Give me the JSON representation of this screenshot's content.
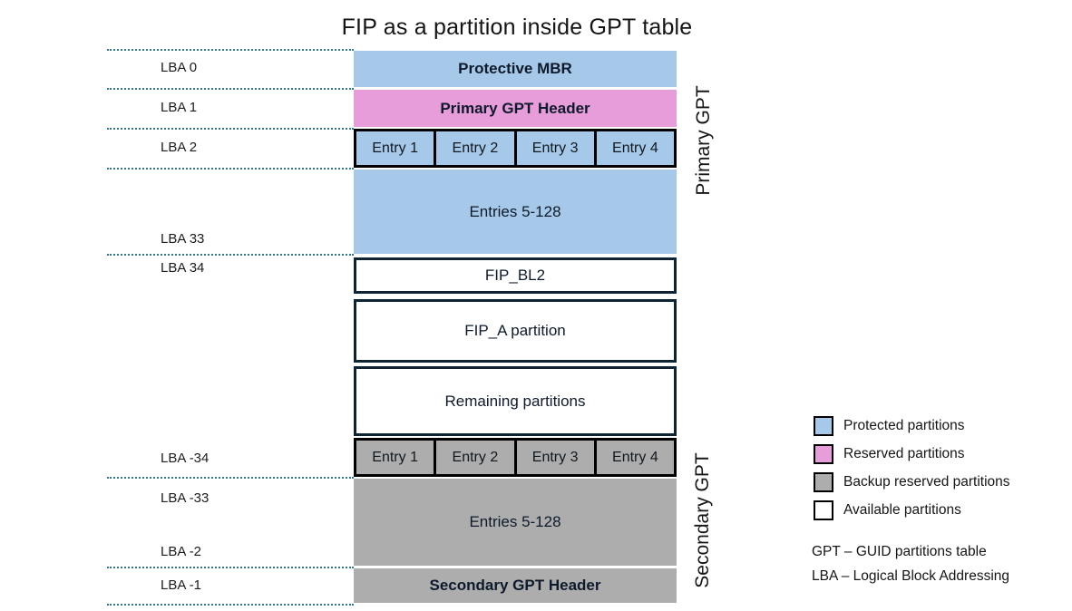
{
  "title": "FIP as a partition inside GPT table",
  "side_labels": {
    "primary": "Primary GPT",
    "secondary": "Secondary GPT"
  },
  "lba_labels": [
    "LBA 0",
    "LBA 1",
    "LBA 2",
    "LBA 33",
    "LBA 34",
    "LBA -34",
    "LBA -33",
    "LBA -2",
    "LBA -1"
  ],
  "blocks": {
    "protective_mbr": "Protective MBR",
    "primary_gpt_header": "Primary GPT Header",
    "primary_entries": [
      "Entry 1",
      "Entry 2",
      "Entry 3",
      "Entry 4"
    ],
    "primary_entries_rest": "Entries 5-128",
    "fip_bl2": "FIP_BL2",
    "fip_a": "FIP_A partition",
    "remaining": "Remaining partitions",
    "secondary_entries": [
      "Entry 1",
      "Entry 2",
      "Entry 3",
      "Entry 4"
    ],
    "secondary_entries_rest": "Entries 5-128",
    "secondary_gpt_header": "Secondary GPT Header"
  },
  "colors": {
    "protected": "#a6c9e9",
    "reserved": "#e89ddb",
    "backup": "#adadad",
    "available": "#ffffff",
    "block_border": "#0d2433",
    "dotted_line": "#2e7896"
  },
  "legend": {
    "items": [
      {
        "label": "Protected partitions",
        "color": "#a6c9e9"
      },
      {
        "label": "Reserved partitions",
        "color": "#e89ddb"
      },
      {
        "label": "Backup reserved partitions",
        "color": "#adadad"
      },
      {
        "label": "Available partitions",
        "color": "#ffffff"
      }
    ],
    "notes": [
      "GPT – GUID partitions table",
      "LBA – Logical Block Addressing"
    ]
  }
}
